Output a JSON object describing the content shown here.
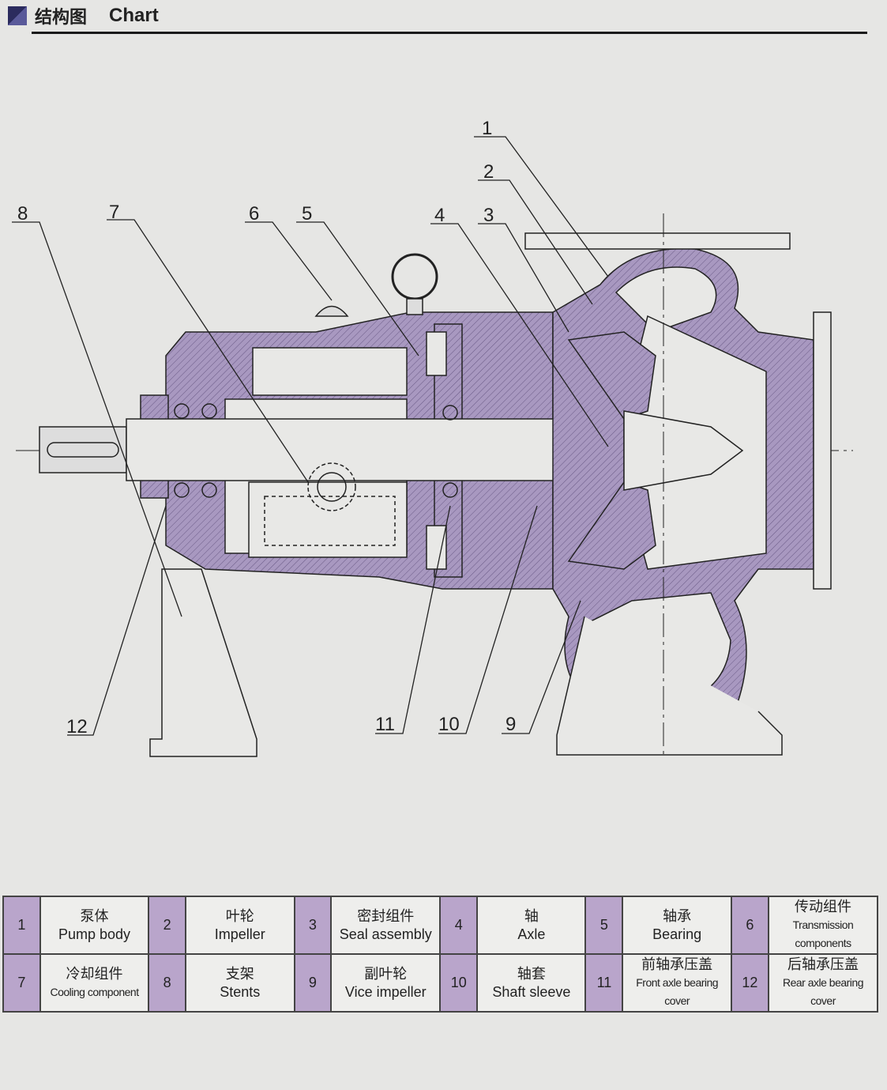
{
  "header": {
    "title_cn": "结构图",
    "title_en": "Chart"
  },
  "callouts": [
    "1",
    "2",
    "3",
    "4",
    "5",
    "6",
    "7",
    "8",
    "9",
    "10",
    "11",
    "12"
  ],
  "parts": [
    {
      "num": "1",
      "cn": "泵体",
      "en": "Pump body"
    },
    {
      "num": "2",
      "cn": "叶轮",
      "en": "Impeller"
    },
    {
      "num": "3",
      "cn": "密封组件",
      "en": "Seal assembly"
    },
    {
      "num": "4",
      "cn": "轴",
      "en": "Axle"
    },
    {
      "num": "5",
      "cn": "轴承",
      "en": "Bearing"
    },
    {
      "num": "6",
      "cn": "传动组件",
      "en": "Transmission components"
    },
    {
      "num": "7",
      "cn": "冷却组件",
      "en": "Cooling component"
    },
    {
      "num": "8",
      "cn": "支架",
      "en": "Stents"
    },
    {
      "num": "9",
      "cn": "副叶轮",
      "en": "Vice impeller"
    },
    {
      "num": "10",
      "cn": "轴套",
      "en": "Shaft sleeve"
    },
    {
      "num": "11",
      "cn": "前轴承压盖",
      "en": "Front axle bearing cover"
    },
    {
      "num": "12",
      "cn": "后轴承压盖",
      "en": "Rear axle bearing cover"
    }
  ],
  "colors": {
    "part_fill": "#a898c0",
    "number_cell": "#b9a5cb"
  }
}
